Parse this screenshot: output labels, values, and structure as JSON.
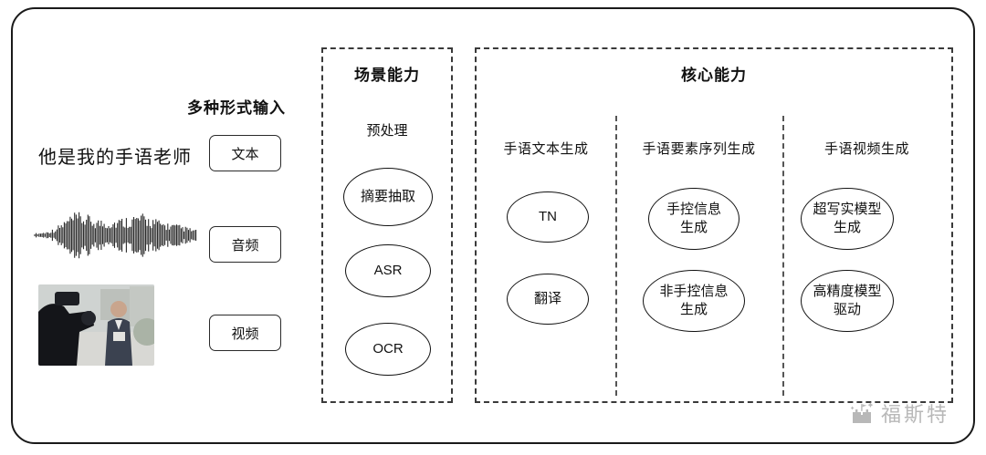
{
  "input_section": {
    "title": "多种形式输入",
    "text_example": "他是我的手语老师",
    "text_label": "文本",
    "audio_label": "音频",
    "video_label": "视频"
  },
  "scene_section": {
    "title": "场景能力",
    "subtitle": "预处理",
    "nodes": [
      "摘要抽取",
      "ASR",
      "OCR"
    ]
  },
  "core_section": {
    "title": "核心能力",
    "columns": [
      {
        "title": "手语文本生成",
        "nodes": [
          "TN",
          "翻译"
        ]
      },
      {
        "title": "手语要素序列生成",
        "nodes": [
          "手控信息\n生成",
          "非手控信息\n生成"
        ]
      },
      {
        "title": "手语视频生成",
        "nodes": [
          "超写实模型\n生成",
          "高精度模型\n驱动"
        ]
      }
    ]
  },
  "watermark": {
    "text": "福斯特"
  },
  "colors": {
    "line": "#1a1a1a",
    "watermark": "#b8b8b8"
  }
}
